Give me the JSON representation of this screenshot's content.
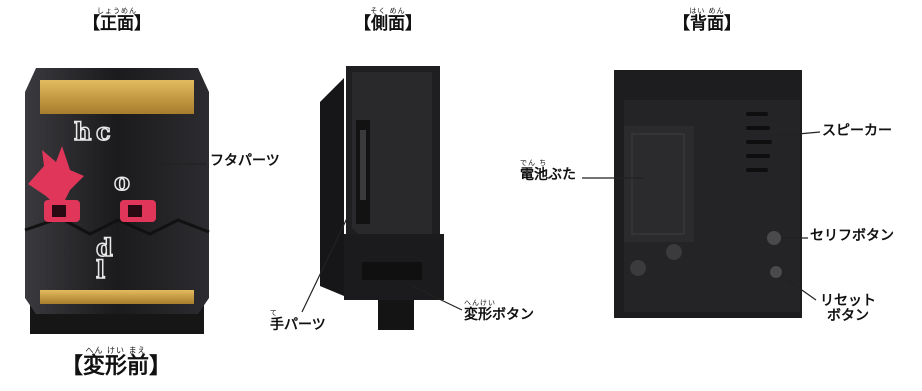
{
  "headings": {
    "front": {
      "ruby": "しょうめん",
      "text": "【正面】"
    },
    "side": {
      "ruby": "そく めん",
      "text": "【側面】"
    },
    "back": {
      "ruby": "はい めん",
      "text": "【背面】"
    },
    "before": {
      "ruby": "へん けい まえ",
      "text": "【変形前】"
    }
  },
  "labels": {
    "cover_parts": "フタパーツ",
    "hand_parts": {
      "ruby": "て",
      "text": "手パーツ"
    },
    "transform_button": {
      "ruby": "へんけい",
      "text": "変形ボタン"
    },
    "battery_cover": {
      "ruby": "でん ち",
      "text": "電池ぶた"
    },
    "speaker": "スピーカー",
    "line_button": "セリフボタン",
    "reset_button_1": "リセット",
    "reset_button_2": "ボタン"
  },
  "front_logo_letters": [
    "h",
    "c",
    "o",
    "l",
    "d"
  ],
  "colors": {
    "body": "#1c1c1e",
    "gold": "#c9a24a",
    "pink": "#e0365a",
    "line": "#222222"
  }
}
